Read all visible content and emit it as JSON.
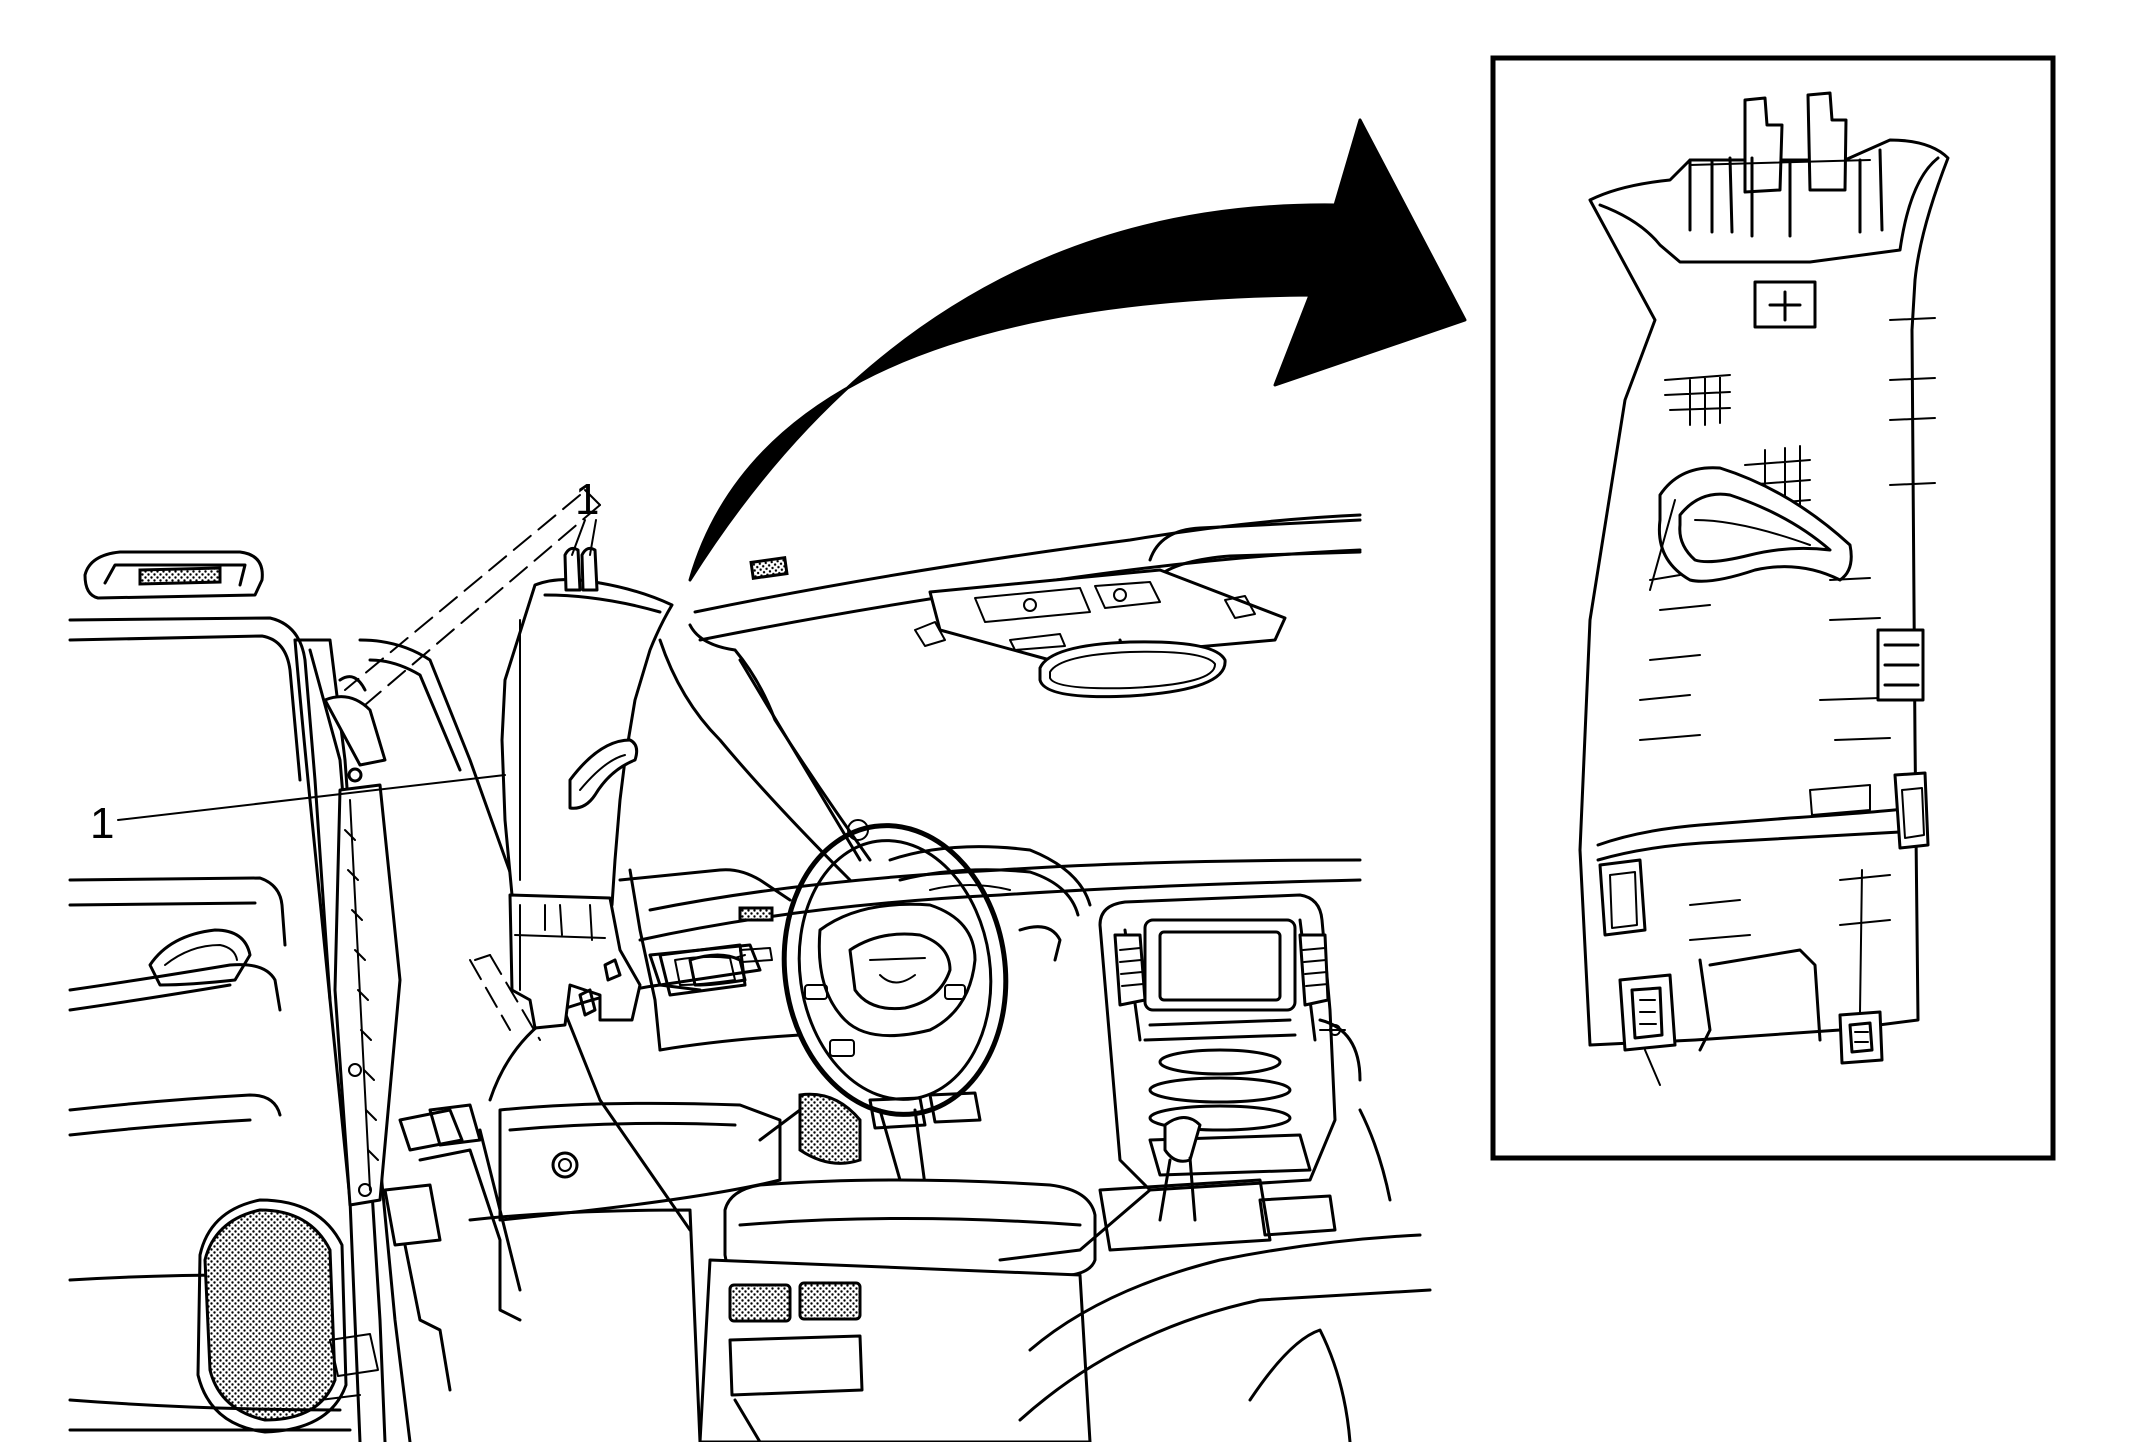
{
  "callouts": [
    {
      "label": "1",
      "description_target": "upper-trim-panel"
    },
    {
      "label": "1",
      "description_target": "trim-panel-leader-top"
    }
  ],
  "colors": {
    "line": "#000000",
    "background": "#ffffff",
    "shade": "#8c8c8c"
  }
}
